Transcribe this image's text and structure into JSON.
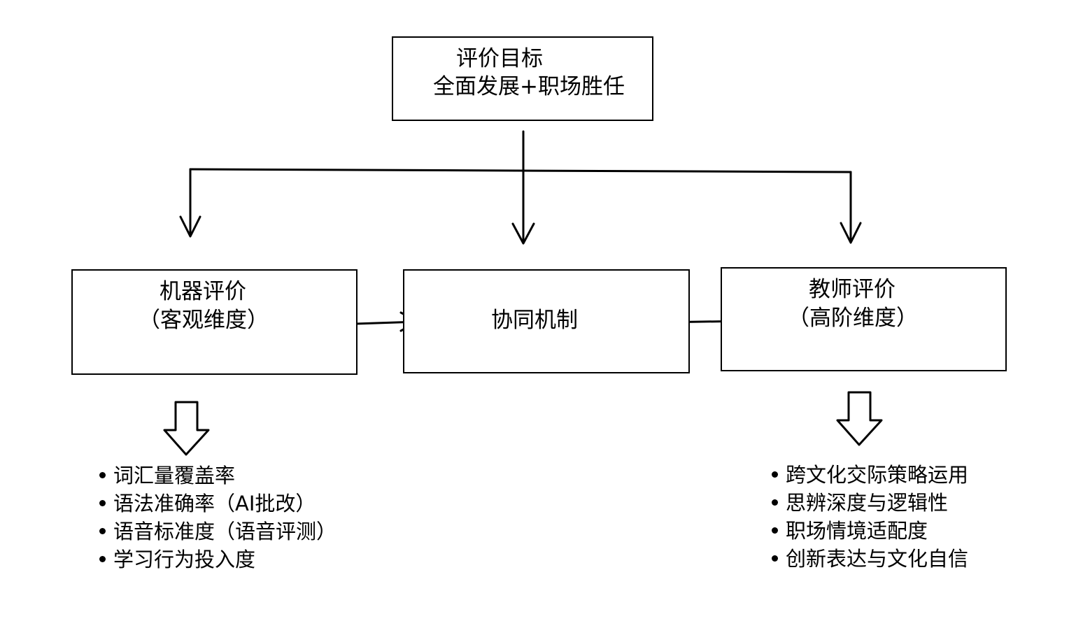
{
  "goal": {
    "line1": "评价目标",
    "line2": "全面发展+职场胜任"
  },
  "machine": {
    "line1": "机器评价",
    "line2": "（客观维度）",
    "items": [
      "词汇量覆盖率",
      "语法准确率（AI批改）",
      "语音标准度（语音评测）",
      "学习行为投入度"
    ]
  },
  "collab": {
    "label": "协同机制"
  },
  "teacher": {
    "line1": "教师评价",
    "line2": "（高阶维度）",
    "items": [
      "跨文化交际策略运用",
      "思辨深度与逻辑性",
      "职场情境适配度",
      "创新表达与文化自信"
    ]
  },
  "colors": {
    "stroke": "#000000",
    "background": "#ffffff"
  }
}
